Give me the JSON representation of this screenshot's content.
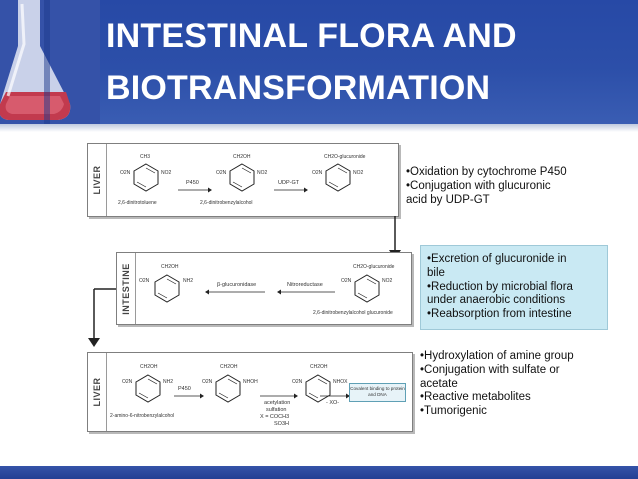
{
  "title": {
    "line1": "INTESTINAL FLORA AND",
    "line2": "BIOTRANSFORMATION"
  },
  "colors": {
    "title_band": "#2c4fa9",
    "note_box": "#c9e9f3",
    "footer": "#233f93"
  },
  "panels": {
    "liver1": {
      "label": "LIVER",
      "compounds": [
        {
          "top": "CH3",
          "left": "O2N",
          "right": "NO2",
          "name": "2,6-dinitrotoluene"
        },
        {
          "top": "CH2OH",
          "left": "O2N",
          "right": "NO2",
          "name": "2,6-dinitrobenzylalcohol"
        },
        {
          "top": "CH2O-glucuronide",
          "left": "O2N",
          "right": "NO2",
          "name": ""
        }
      ],
      "arrows": [
        "P450",
        "UDP-GT"
      ]
    },
    "intestine": {
      "label": "INTESTINE",
      "compounds": [
        {
          "top": "CH2OH",
          "left": "O2N",
          "right": "NH2"
        },
        {
          "top": "CH2O-glucuronide",
          "left": "O2N",
          "right": "NO2",
          "name": "2,6-dinitrobenzylalcohol glucuronide"
        }
      ],
      "arrows": [
        "β-glucuronidase",
        "Nitroreductase"
      ]
    },
    "liver2": {
      "label": "LIVER",
      "compounds": [
        {
          "top": "CH2OH",
          "left": "O2N",
          "right": "NH2",
          "name": "2-amino-6-nitrobenzylalcohol"
        },
        {
          "top": "CH2OH",
          "left": "O2N",
          "right": "NHOH"
        },
        {
          "top": "CH2OH",
          "left": "O2N",
          "right": "NHOX"
        }
      ],
      "arrows": [
        "P450",
        "acetylation",
        "sulfation",
        "X = COCH3",
        "SO3H",
        "- XO-"
      ],
      "covalent": "Covalent binding to protein and DNA"
    }
  },
  "notes": {
    "liver1": [
      "•Oxidation by cytochrome P450",
      "•Conjugation with glucuronic",
      "acid by UDP-GT"
    ],
    "intestine": [
      "•Excretion of glucuronide in",
      "bile",
      "•Reduction by microbial flora",
      "under anaerobic conditions",
      "•Reabsorption from intestine"
    ],
    "liver2": [
      "•Hydroxylation of amine group",
      "•Conjugation with sulfate or",
      "acetate",
      "•Reactive metabolites",
      "•Tumorigenic"
    ]
  }
}
